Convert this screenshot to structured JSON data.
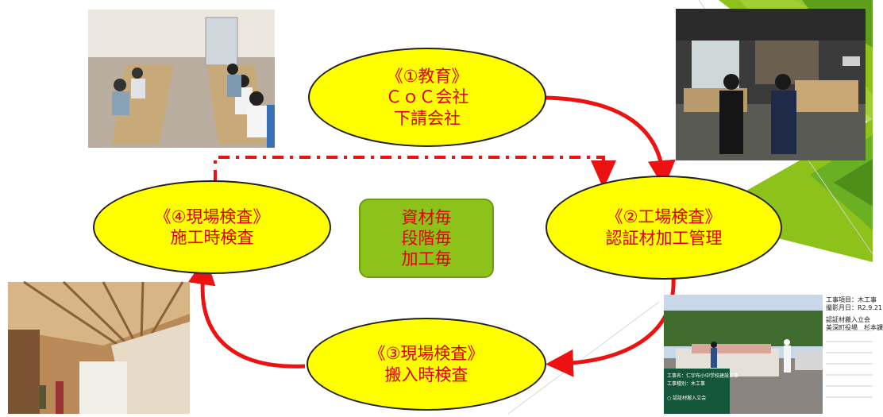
{
  "nodes": {
    "education": {
      "lines": [
        "《①教育》",
        "ＣｏＣ会社",
        "下請会社"
      ]
    },
    "factory": {
      "lines": [
        "《②工場検査》",
        "認証材加工管理"
      ]
    },
    "delivery": {
      "lines": [
        "《③現場検査》",
        "搬入時検査"
      ]
    },
    "construction": {
      "lines": [
        "《④現場検査》",
        "施工時検査"
      ]
    }
  },
  "center_box": {
    "lines": [
      "資材毎",
      "段階毎",
      "加工毎"
    ]
  },
  "photo_board": {
    "lines": [
      "工事項目：木工事",
      "撮影月日：R2.9.21",
      "認証材搬入立会",
      "美深町役場　杉本課"
    ]
  },
  "colors": {
    "node_fill": "#ffff00",
    "node_text": "#e00000",
    "arrow": "#ee1111",
    "center_fill": "#8cc21a",
    "accent_green": "#8cc21a"
  },
  "icons": [
    "meeting-photo",
    "factory-photo",
    "timber-interior-photo",
    "material-delivery-photo"
  ]
}
